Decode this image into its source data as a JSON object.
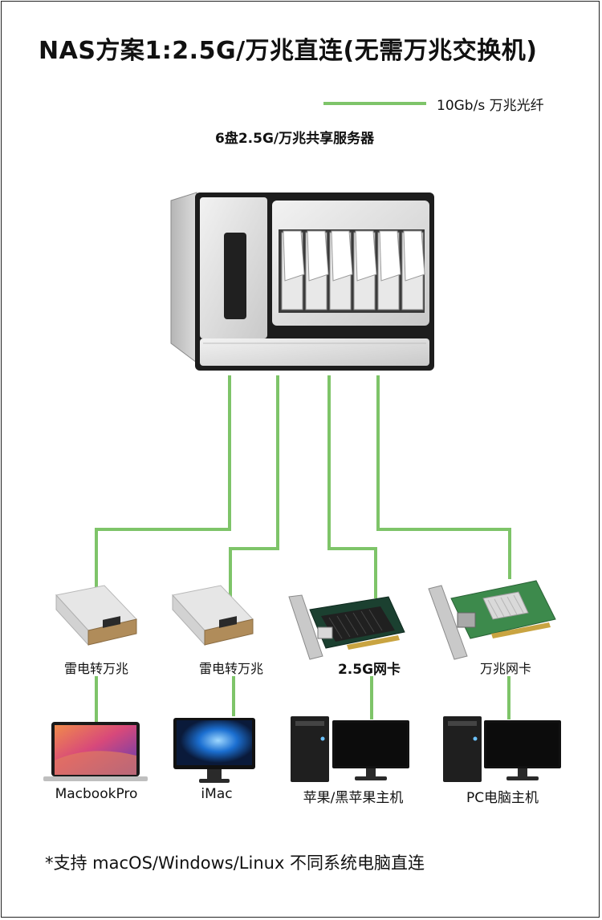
{
  "title": "NAS方案1:2.5G/万兆直连(无需万兆交换机)",
  "legend": {
    "label": "10Gb/s 万兆光纤",
    "color": "#7ec469"
  },
  "server": {
    "label": "6盘2.5G/万兆共享服务器",
    "bays": 6
  },
  "adapters": [
    {
      "label": "雷电转万兆"
    },
    {
      "label": "雷电转万兆"
    },
    {
      "label": "2.5G网卡"
    },
    {
      "label": "万兆网卡"
    }
  ],
  "computers": [
    {
      "label": "MacbookPro"
    },
    {
      "label": "iMac"
    },
    {
      "label": "苹果/黑苹果主机"
    },
    {
      "label": "PC电脑主机"
    }
  ],
  "footnote": "*支持 macOS/Windows/Linux 不同系统电脑直连",
  "icons": [
    "nas-server-icon",
    "thunderbolt-adapter-icon",
    "network-card-icon",
    "laptop-icon",
    "imac-icon",
    "desktop-tower-icon",
    "monitor-icon"
  ]
}
